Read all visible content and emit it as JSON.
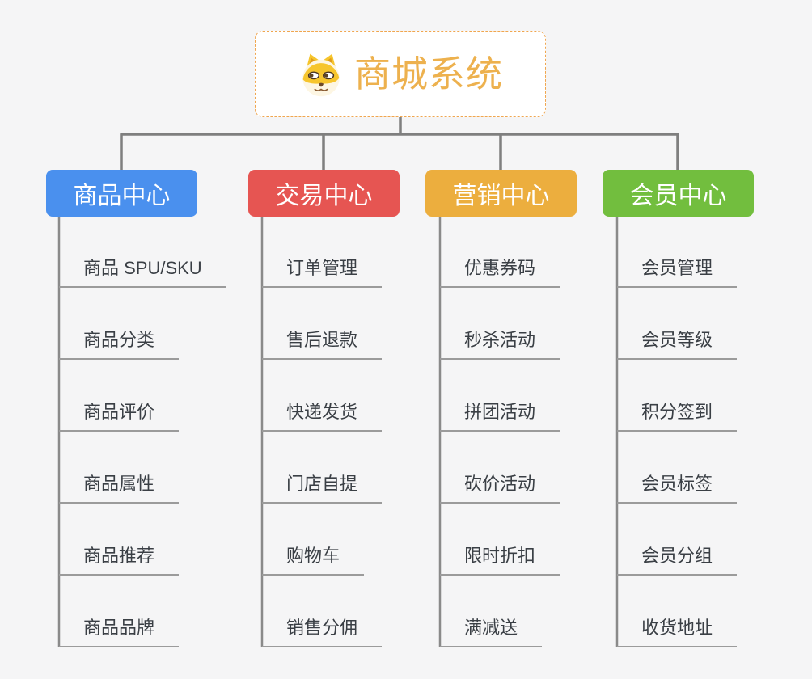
{
  "page": {
    "background_color": "#f5f5f6"
  },
  "root": {
    "title": "商城系统",
    "title_color": "#edb14e",
    "border_color": "#f0a64f",
    "icon": "dog-face-icon"
  },
  "connectors": {
    "tree_line_color": "#7f7f7f",
    "trunk_line_color": "#8a8a8a",
    "underline_color": "#9b9b9b"
  },
  "branches": [
    {
      "label": "商品中心",
      "color": "#4a90ee",
      "children": [
        "商品 SPU/SKU",
        "商品分类",
        "商品评价",
        "商品属性",
        "商品推荐",
        "商品品牌"
      ]
    },
    {
      "label": "交易中心",
      "color": "#e65552",
      "children": [
        "订单管理",
        "售后退款",
        "快递发货",
        "门店自提",
        "购物车",
        "销售分佣"
      ]
    },
    {
      "label": "营销中心",
      "color": "#ecae3e",
      "children": [
        "优惠券码",
        "秒杀活动",
        "拼团活动",
        "砍价活动",
        "限时折扣",
        "满减送"
      ]
    },
    {
      "label": "会员中心",
      "color": "#72be3e",
      "children": [
        "会员管理",
        "会员等级",
        "积分签到",
        "会员标签",
        "会员分组",
        "收货地址"
      ]
    }
  ]
}
